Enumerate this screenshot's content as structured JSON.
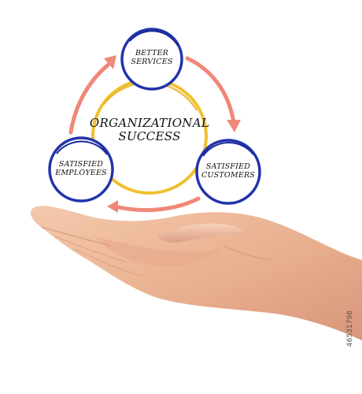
{
  "diagram": {
    "center": {
      "label": "ORGANIZATIONAL\nSUCCESS",
      "ring_color": "#f0c030"
    },
    "nodes": [
      {
        "id": "better-services",
        "label": "BETTER\nSERVICES",
        "ring_color": "#2233aa"
      },
      {
        "id": "satisfied-customers",
        "label": "SATISFIED\nCUSTOMERS",
        "ring_color": "#2233aa"
      },
      {
        "id": "satisfied-employees",
        "label": "SATISFIED\nEMPLOYEES",
        "ring_color": "#2233aa"
      }
    ],
    "arrow_color": "#f08878"
  },
  "photo": {
    "stock_id": "46531798"
  }
}
